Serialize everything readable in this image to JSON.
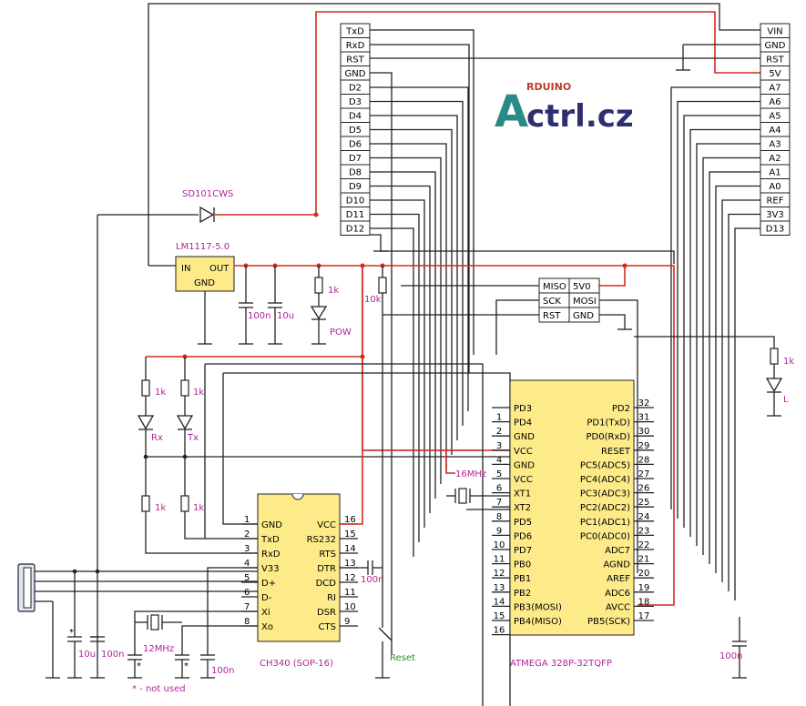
{
  "logo": {
    "top": "RDUINO",
    "main": "Actrl.cz",
    "letter_a": "A",
    "rest": "ctrl.cz",
    "color_a": "#2a8a86",
    "color_text": "#2d2f6e",
    "color_top": "#c03a2b"
  },
  "colors": {
    "wire": "#222222",
    "power": "#d62a1e",
    "ic_fill": "#fdeb8a",
    "label_magenta": "#b0259a",
    "label_green": "#2f8a2f"
  },
  "left_header": [
    "TxD",
    "RxD",
    "RST",
    "GND",
    "D2",
    "D3",
    "D4",
    "D5",
    "D6",
    "D7",
    "D8",
    "D9",
    "D10",
    "D11",
    "D12"
  ],
  "right_header": [
    "VIN",
    "GND",
    "RST",
    "5V",
    "A7",
    "A6",
    "A5",
    "A4",
    "A3",
    "A2",
    "A1",
    "A0",
    "REF",
    "3V3",
    "D13"
  ],
  "icsp": {
    "rows": [
      [
        "MISO",
        "5V0"
      ],
      [
        "SCK",
        "MOSI"
      ],
      [
        "RST",
        "GND"
      ]
    ]
  },
  "regulator": {
    "name": "LM1117-5.0",
    "in": "IN",
    "out": "OUT",
    "gnd": "GND"
  },
  "diode": {
    "name": "SD101CWS"
  },
  "components": {
    "c_100n_reg": "100n",
    "c_10u_reg": "10u",
    "r_pow": "1k",
    "led_pow": "POW",
    "r_reset": "10k",
    "r_rx": "1k",
    "r_tx": "1k",
    "led_rx": "Rx",
    "led_tx": "Tx",
    "r_rx2": "1k",
    "r_tx2": "1k",
    "c_10u_usb": "10u",
    "c_100n_usb": "100n",
    "crystal_usb": "12MHz",
    "c_100n_ch340": "100n",
    "c_dtr": "100n",
    "reset_btn": "Reset",
    "crystal_mcu": "16MHz",
    "r_l": "1k",
    "led_l": "L",
    "c_aref": "100n",
    "not_used": "* - not used",
    "asterisk": "*"
  },
  "ch340": {
    "name": "CH340 (SOP-16)",
    "left": [
      {
        "no": "1",
        "name": "GND"
      },
      {
        "no": "2",
        "name": "TxD"
      },
      {
        "no": "3",
        "name": "RxD"
      },
      {
        "no": "4",
        "name": "V33"
      },
      {
        "no": "5",
        "name": "D+"
      },
      {
        "no": "6",
        "name": "D-"
      },
      {
        "no": "7",
        "name": "Xi"
      },
      {
        "no": "8",
        "name": "Xo"
      }
    ],
    "right": [
      {
        "no": "16",
        "name": "VCC"
      },
      {
        "no": "15",
        "name": "RS232"
      },
      {
        "no": "14",
        "name": "RTS"
      },
      {
        "no": "13",
        "name": "DTR"
      },
      {
        "no": "12",
        "name": "DCD"
      },
      {
        "no": "11",
        "name": "RI"
      },
      {
        "no": "10",
        "name": "DSR"
      },
      {
        "no": "9",
        "name": "CTS"
      }
    ]
  },
  "atmega": {
    "name": "ATMEGA 328P-32TQFP",
    "left": [
      {
        "no": "",
        "name": "PD3"
      },
      {
        "no": "1",
        "name": "PD4"
      },
      {
        "no": "2",
        "name": "GND"
      },
      {
        "no": "3",
        "name": "VCC"
      },
      {
        "no": "4",
        "name": "GND"
      },
      {
        "no": "5",
        "name": "VCC"
      },
      {
        "no": "6",
        "name": "XT1"
      },
      {
        "no": "7",
        "name": "XT2"
      },
      {
        "no": "8",
        "name": "PD5"
      },
      {
        "no": "9",
        "name": "PD6"
      },
      {
        "no": "10",
        "name": "PD7"
      },
      {
        "no": "11",
        "name": "PB0"
      },
      {
        "no": "12",
        "name": "PB1"
      },
      {
        "no": "13",
        "name": "PB2"
      },
      {
        "no": "14",
        "name": "PB3(MOSI)"
      },
      {
        "no": "15",
        "name": "PB4(MISO)"
      },
      {
        "no": "16",
        "name": ""
      }
    ],
    "right": [
      {
        "no": "32",
        "name": "PD2"
      },
      {
        "no": "31",
        "name": "PD1(TxD)"
      },
      {
        "no": "30",
        "name": "PD0(RxD)"
      },
      {
        "no": "29",
        "name": "RESET"
      },
      {
        "no": "28",
        "name": "PC5(ADC5)"
      },
      {
        "no": "27",
        "name": "PC4(ADC4)"
      },
      {
        "no": "26",
        "name": "PC3(ADC3)"
      },
      {
        "no": "25",
        "name": "PC2(ADC2)"
      },
      {
        "no": "24",
        "name": "PC1(ADC1)"
      },
      {
        "no": "23",
        "name": "PC0(ADC0)"
      },
      {
        "no": "22",
        "name": "ADC7"
      },
      {
        "no": "21",
        "name": "AGND"
      },
      {
        "no": "20",
        "name": "AREF"
      },
      {
        "no": "19",
        "name": "ADC6"
      },
      {
        "no": "18",
        "name": "AVCC"
      },
      {
        "no": "17",
        "name": "PB5(SCK)"
      }
    ]
  }
}
